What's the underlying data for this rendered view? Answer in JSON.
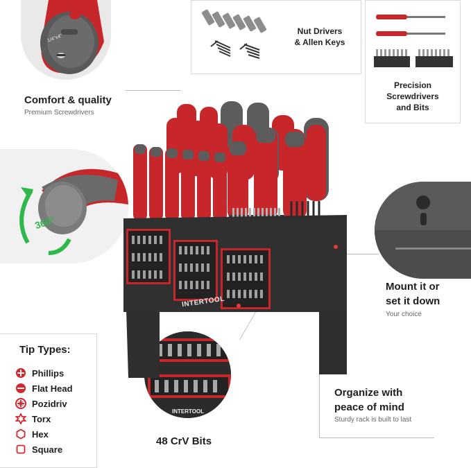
{
  "features": {
    "comfort": {
      "title": "Comfort & quality",
      "subtitle": "Premium Screwdrivers",
      "handle_marking": "1/4\"x4\""
    },
    "rotation": {
      "badge": "360°"
    },
    "nut_drivers": {
      "title_line1": "Nut Drivers",
      "title_line2": "& Allen Keys"
    },
    "precision": {
      "title_line1": "Precision",
      "title_line2": "Screwdrivers",
      "title_line3": "and Bits"
    },
    "mount": {
      "title_line1": "Mount it or",
      "title_line2": "set it down",
      "subtitle": "Your choice"
    },
    "organize": {
      "title_line1": "Organize with",
      "title_line2": "peace of mind",
      "subtitle": "Sturdy rack is built to last"
    },
    "bits": {
      "title": "48 CrV Bits"
    }
  },
  "brand": "INTERTOOL",
  "tip_types": {
    "heading": "Tip Types:",
    "items": [
      {
        "label": "Phillips",
        "icon": "phillips-icon"
      },
      {
        "label": "Flat Head",
        "icon": "flat-head-icon"
      },
      {
        "label": "Pozidriv",
        "icon": "pozidriv-icon"
      },
      {
        "label": "Torx",
        "icon": "torx-icon"
      },
      {
        "label": "Hex",
        "icon": "hex-icon"
      },
      {
        "label": "Square",
        "icon": "square-icon"
      }
    ]
  },
  "colors": {
    "accent": "#d7262b",
    "dark": "#3a3a3a",
    "rack": "#2b2b2b",
    "arrow": "#2fb84a"
  }
}
